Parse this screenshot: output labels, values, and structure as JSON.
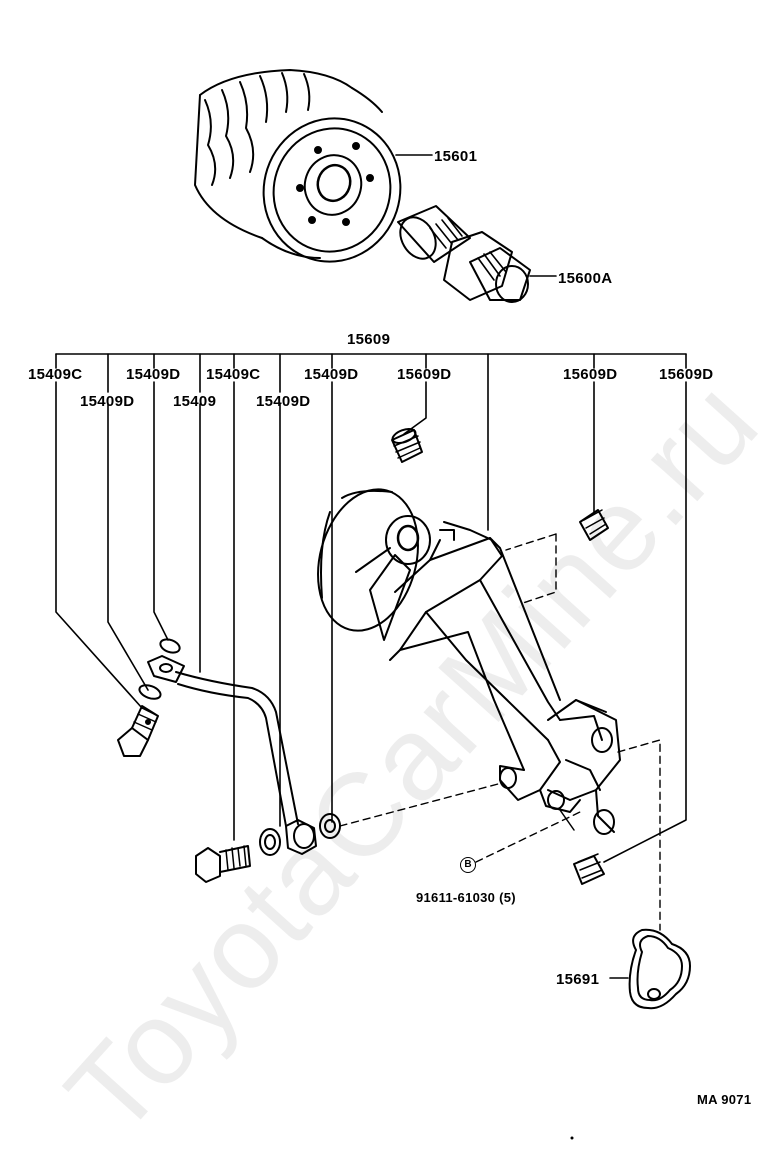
{
  "labels": {
    "filter": "15601",
    "union_bolt": "15600A",
    "bracket_assy": "15609",
    "p15409c_a": "15409C",
    "p15409d_a": "15409D",
    "p15409c_b": "15409C",
    "p15409d_b": "15409D",
    "p15609d_a": "15609D",
    "p15609d_b": "15609D",
    "p15609d_c": "15609D",
    "p15409d_c": "15409D",
    "p15409": "15409",
    "p15409d_d": "15409D",
    "bolt_code": "91611-61030 (5)",
    "bolt_mark": "B",
    "gasket": "15691",
    "figure_code": "MA 9071"
  },
  "watermark": "ToyotaCarMine.ru"
}
